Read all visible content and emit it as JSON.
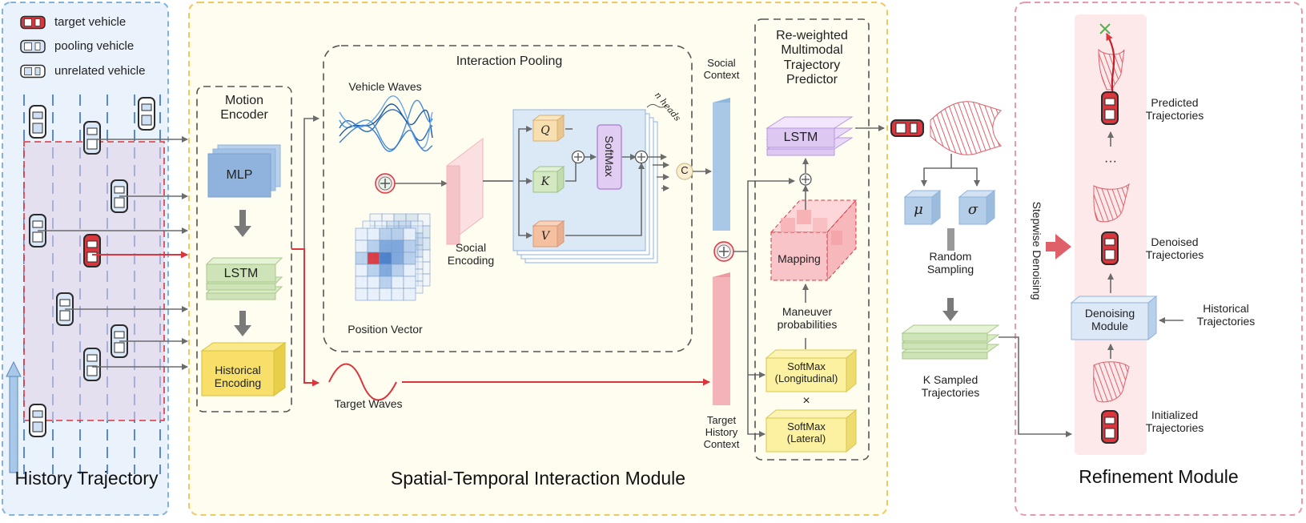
{
  "legend": {
    "target": "target vehicle",
    "pooling": "pooling vehicle",
    "unrelated": "unrelated vehicle"
  },
  "sections": {
    "history": "History Trajectory",
    "spatial": "Spatial-Temporal Interaction Module",
    "refinement": "Refinement Module"
  },
  "motion_encoder": {
    "title": "Motion\nEncoder",
    "mlp": "MLP",
    "lstm": "LSTM",
    "historical": "Historical\nEncoding"
  },
  "interaction": {
    "title": "Interaction Pooling",
    "vehicle_waves": "Vehicle Waves",
    "position_vector": "Position Vector",
    "social_encoding": "Social\nEncoding",
    "q": "Q",
    "k": "K",
    "v": "V",
    "softmax": "SoftMax",
    "n_heads": "n heads",
    "concat": "C"
  },
  "target_waves": "Target Waves",
  "social_context": "Social\nContext",
  "target_history_context": "Target\nHistory\nContext",
  "predictor": {
    "title": "Re-weighted\nMultimodal\nTrajectory\nPredictor",
    "lstm": "LSTM",
    "mapping": "Mapping",
    "maneuver": "Maneuver\nprobabilities",
    "softmax_long": "SoftMax\n(Longitudinal)",
    "times": "×",
    "softmax_lat": "SoftMax\n(Lateral)"
  },
  "sampling": {
    "mu": "μ",
    "sigma": "σ",
    "random": "Random\nSampling",
    "k_sampled": "K Sampled\nTrajectories"
  },
  "refinement": {
    "stepwise": "Stepwise Denoising",
    "predicted": "Predicted\nTrajectories",
    "dots": "···",
    "denoised": "Denoised\nTrajectories",
    "module": "Denoising\nModule",
    "historical": "Historical\nTrajectories",
    "initialized": "Initialized\nTrajectories"
  },
  "colors": {
    "blue_dash": "#7fb3e0",
    "yellow_dash": "#f0c860",
    "pink_dash": "#e89aa8",
    "red": "#d9363e",
    "mlp_blue": "#8fb3dc",
    "lstm_green": "#cfe3b8",
    "hist_yellow": "#f7df6a",
    "social_blue": "#a9c8e8",
    "target_pink": "#f4b3b8",
    "lstm_purple": "#dcc8f0",
    "softmax_yellow": "#fbf1a0"
  }
}
